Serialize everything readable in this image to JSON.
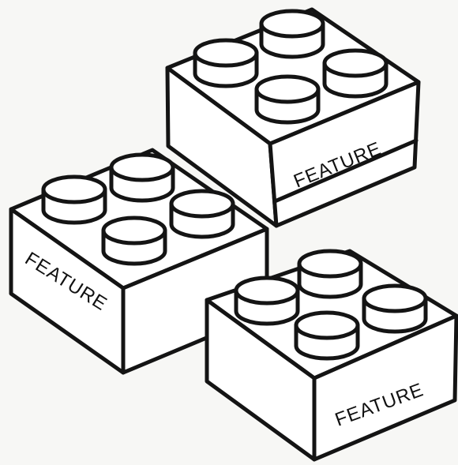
{
  "labels": {
    "back_block": "FEATURE",
    "left_block": "FEATURE",
    "front_block": "FEATURE"
  },
  "colors": {
    "background": "#f7f7f5",
    "outline": "#141414",
    "fill": "#ffffff"
  }
}
